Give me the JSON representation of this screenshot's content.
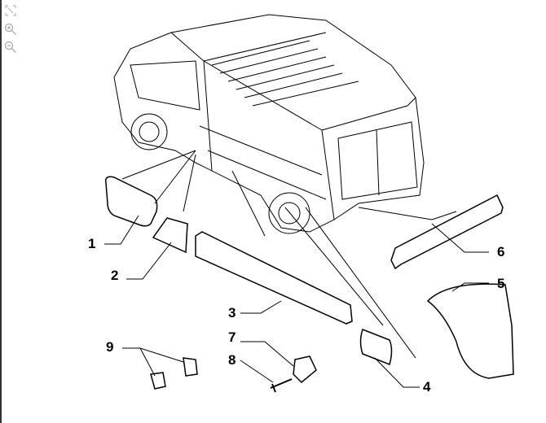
{
  "toolbar": {
    "items": [
      {
        "name": "fit-to-screen",
        "icon": "fit-screen-icon"
      },
      {
        "name": "zoom-in",
        "icon": "zoom-in-icon"
      },
      {
        "name": "zoom-out",
        "icon": "zoom-out-icon"
      }
    ]
  },
  "diagram": {
    "labels": [
      "1",
      "2",
      "3",
      "4",
      "5",
      "6",
      "7",
      "8",
      "9"
    ]
  }
}
